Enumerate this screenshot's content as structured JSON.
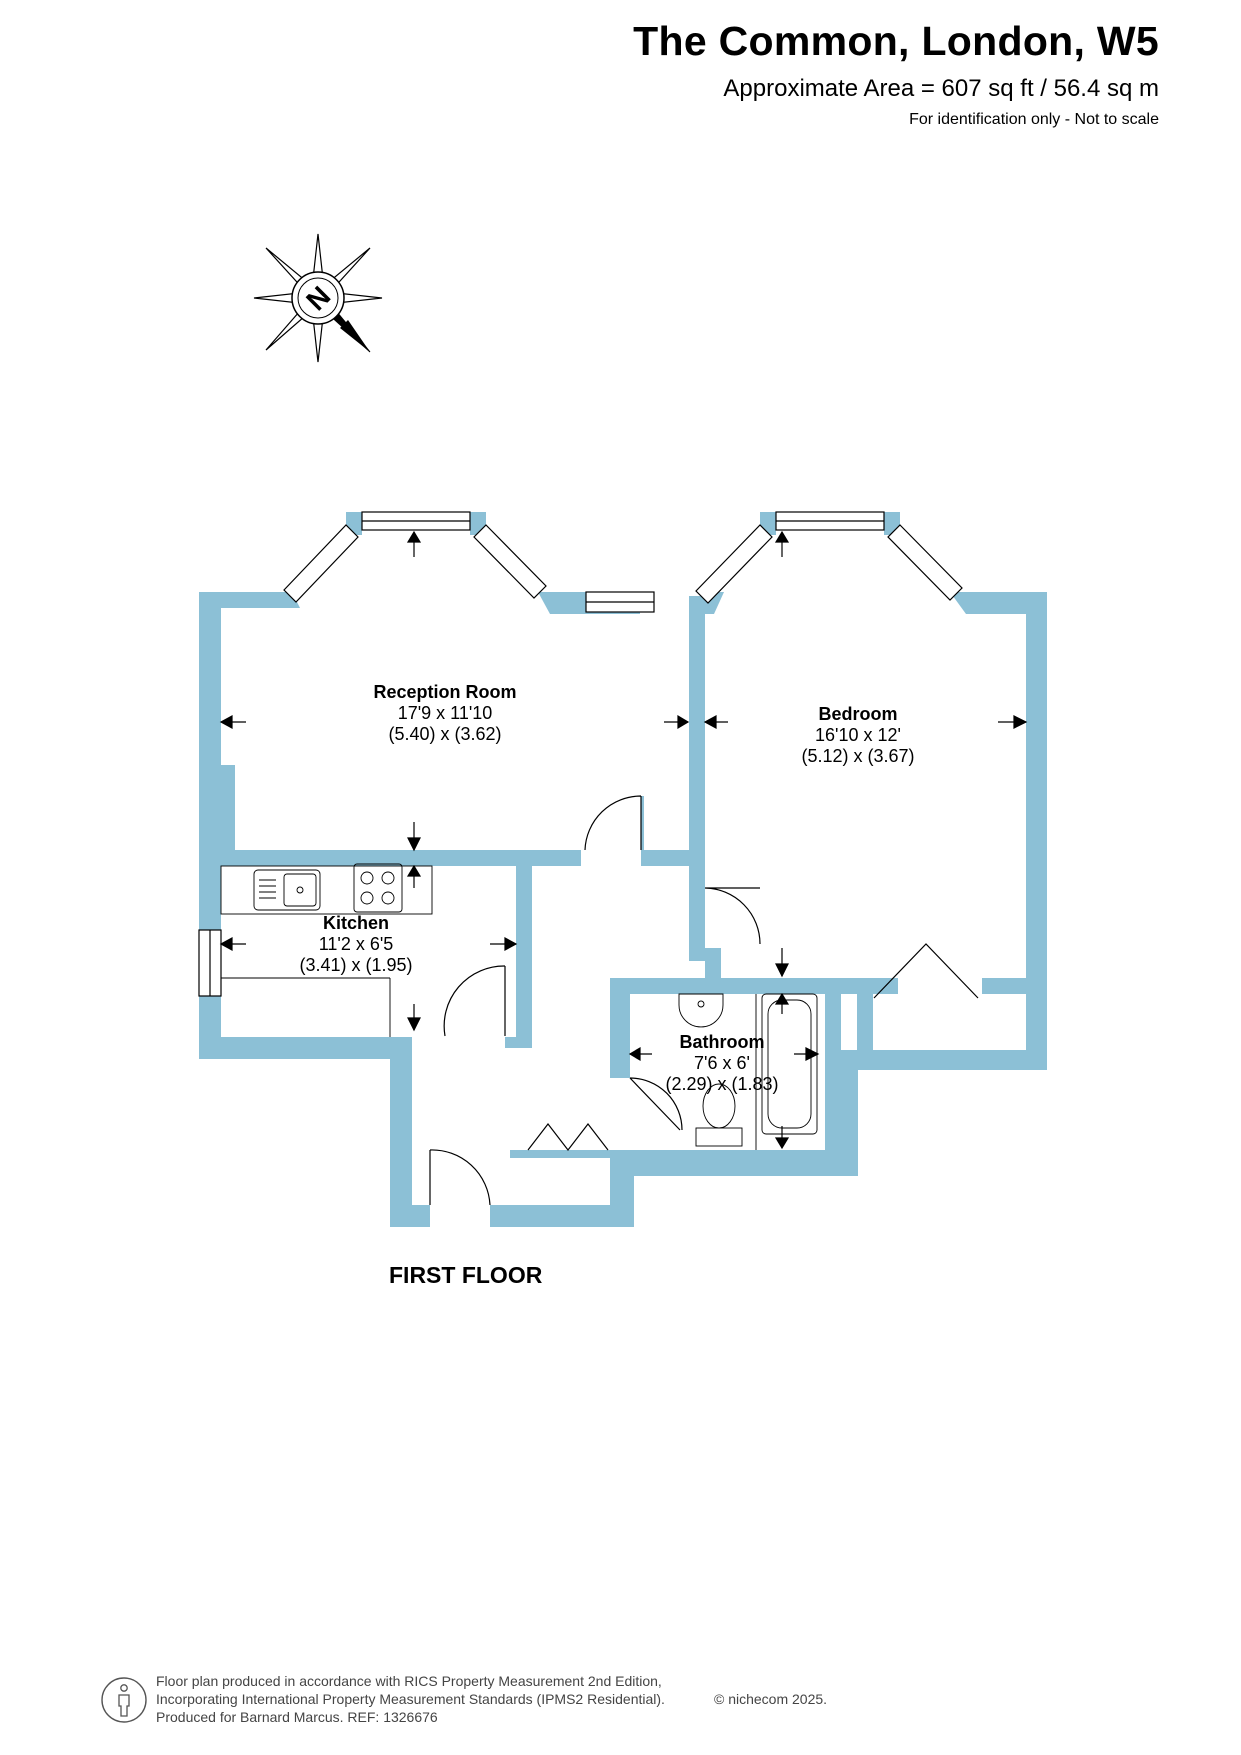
{
  "header": {
    "title": "The Common, London, W5",
    "area": "Approximate Area = 607 sq ft / 56.4 sq m",
    "note": "For identification only - Not to scale"
  },
  "compass": {
    "letter": "N"
  },
  "rooms": {
    "reception": {
      "name": "Reception Room",
      "imperial": "17'9 x 11'10",
      "metric": "(5.40) x (3.62)"
    },
    "bedroom": {
      "name": "Bedroom",
      "imperial": "16'10 x 12'",
      "metric": "(5.12) x (3.67)"
    },
    "kitchen": {
      "name": "Kitchen",
      "imperial": "11'2 x 6'5",
      "metric": "(3.41) x (1.95)"
    },
    "bathroom": {
      "name": "Bathroom",
      "imperial": "7'6 x 6'",
      "metric": "(2.29) x (1.83)"
    }
  },
  "floor_label": "FIRST FLOOR",
  "footer": {
    "line1": "Floor plan produced in accordance with RICS Property Measurement 2nd Edition,",
    "line2": "Incorporating International Property Measurement Standards (IPMS2 Residential).",
    "line3": "Produced for Barnard Marcus.   REF:  1326676",
    "copyright": "© nichecom 2025."
  },
  "colors": {
    "wall": "#8cc0d6",
    "line": "#000000"
  }
}
